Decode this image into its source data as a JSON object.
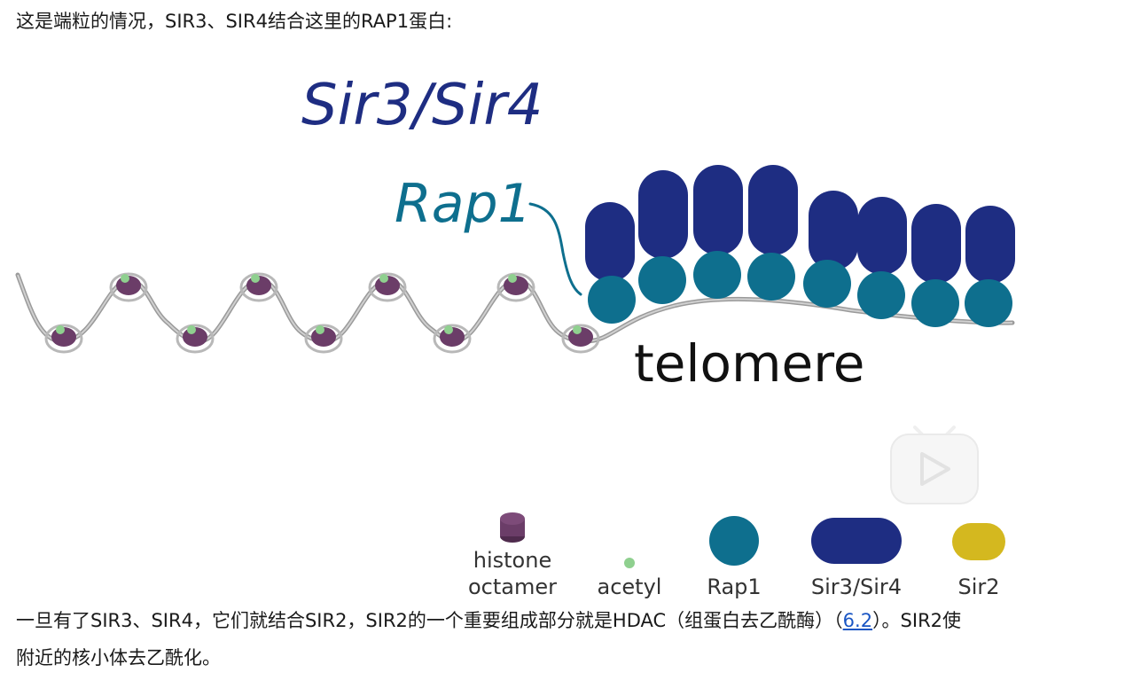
{
  "intro": {
    "text": "这是端粒的情况，SIR3、SIR4结合这里的RAP1蛋白:"
  },
  "figure": {
    "labels": {
      "sir_complex": "Sir3/Sir4",
      "rap1": "Rap1",
      "telomere": "telomere"
    },
    "legend": [
      {
        "key": "histone",
        "label_line1": "histone",
        "label_line2": "octamer",
        "color": "#6b3d68"
      },
      {
        "key": "acetyl",
        "label_line1": "acetyl",
        "label_line2": "",
        "color": "#8fd08f"
      },
      {
        "key": "rap1",
        "label_line1": "Rap1",
        "label_line2": "",
        "color": "#0e6f8e"
      },
      {
        "key": "sir34",
        "label_line1": "Sir3/Sir4",
        "label_line2": "",
        "color": "#1e2d82"
      },
      {
        "key": "sir2",
        "label_line1": "Sir2",
        "label_line2": "",
        "color": "#d4b81f"
      }
    ],
    "colors": {
      "dna": "#9a9a9a",
      "histone": "#6b3d68",
      "acetyl": "#8fd08f",
      "rap1": "#0e6f8e",
      "sir34": "#1e2d82",
      "sir_label": "#1e2d82",
      "rap1_label": "#0e6f8e"
    },
    "play_icon": "play-video-icon"
  },
  "body": {
    "line1_before": "一旦有了SIR3、SIR4，它们就结合SIR2，SIR2的一个重要组成部分就是HDAC（组蛋白去乙酰酶）（",
    "line1_link": "6.2",
    "line1_after": "）。SIR2使",
    "line2": "附近的核小体去乙酰化。"
  }
}
